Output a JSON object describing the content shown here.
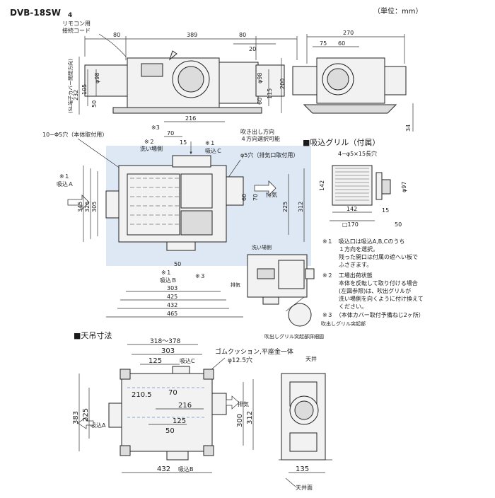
{
  "header": {
    "model": "DVB-18SW",
    "model_suffix": "4",
    "unit": "（単位：mm）"
  },
  "top_view": {
    "remocon_label_1": "リモコン用",
    "remocon_label_2": "接続コード",
    "sl_label": "(SL端子カバー開閉方向)",
    "dims": {
      "d80": "80",
      "d389": "389",
      "d80b": "80",
      "d20": "20",
      "phi98": "φ98",
      "phi98b": "φ98",
      "d105": "105",
      "d232": "232",
      "d50": "50",
      "d115": "115",
      "d200": "200",
      "d60": "60"
    }
  },
  "side_view": {
    "dims": {
      "d270": "270",
      "d75": "75",
      "d60": "60",
      "d34": "34"
    }
  },
  "plan_view": {
    "holes_label": "10−Φ5穴（本体取付用）",
    "note3_top": "※3",
    "note2": "※２",
    "wash_side": "洗い場側",
    "note1c": "※１",
    "intake_c": "吸込Ｃ",
    "outlet_dir_1": "吹き出し方向",
    "outlet_dir_2": "４方向選択可能",
    "phi5_label": "φ5穴（排気口取付用）",
    "note1a": "※１",
    "intake_a": "吸込Ａ",
    "exhaust": "排気",
    "note1b": "※１",
    "intake_b": "吸込Ｂ",
    "note3b": "※３",
    "dims": {
      "d216": "216",
      "d70": "70",
      "d15": "15",
      "d345": "345",
      "d326": "326",
      "d305": "305",
      "d60": "60",
      "d70b": "70",
      "d225": "225",
      "d312": "312",
      "d50": "50",
      "d303": "303",
      "d425": "425",
      "d432": "432",
      "d465": "465"
    }
  },
  "grille": {
    "title": "■吸込グリル（付属）",
    "holes": "4−φ5×15長穴",
    "dims": {
      "d142": "142",
      "phi97": "φ97",
      "d142b": "142",
      "d15": "15",
      "sq170": "□170",
      "d50": "50"
    }
  },
  "inset": {
    "wash_side": "洗い場側",
    "exhaust": "排気",
    "protrusion": "吹出しグリル突起部",
    "detail": "吹出しグリル突起部詳細図"
  },
  "notes": {
    "n1": "※１　吸込口は吸込A,B,Cのうち",
    "n1b": "１方向を選択。",
    "n1c": "残った開口は付属の遮へい板で",
    "n1d": "ふさぎます。",
    "n2": "※２　工場出荷状態",
    "n2b": "本体を反転して取り付ける場合",
    "n2c": "(左図参照)は、吹出グリルが",
    "n2d": "洗い場側を向くように付け換えて",
    "n2e": "ください。",
    "n3": "※３　（本体カバー取付予備ねじ2ヶ所）"
  },
  "ceiling": {
    "title": "■天吊寸法",
    "rubber": "ゴムクッション,平座金一体",
    "hole": "φ12.5穴",
    "intake_c": "吸込C",
    "intake_a": "吸込A",
    "intake_b": "吸込B",
    "exhaust": "排気",
    "ceiling": "天井",
    "ceiling_face": "天井面",
    "dims": {
      "d318_378": "318〜378",
      "d303": "303",
      "d125": "125",
      "d210_5": "210.5",
      "d70": "70",
      "d216": "216",
      "d383": "383",
      "d225": "225",
      "d300": "300",
      "d312": "312",
      "d125b": "125",
      "d50": "50",
      "d432": "432",
      "d135": "135"
    }
  }
}
